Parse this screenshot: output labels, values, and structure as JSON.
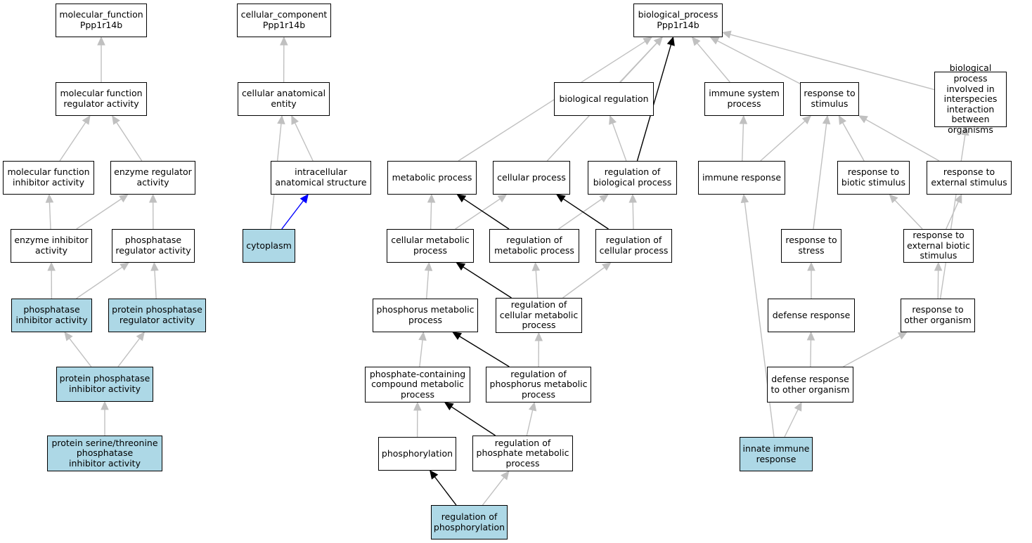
{
  "colors": {
    "highlight_fill": "#add8e6",
    "node_fill": "#ffffff",
    "edge_default": "#c0c0c0",
    "edge_regulates": "#000000",
    "edge_part_of": "#0000ff"
  },
  "nodes": {
    "mf": "molecular_function\nPpp1r14b",
    "mfreg": "molecular function\nregulator activity",
    "mfinh": "molecular function\ninhibitor activity",
    "enzreg": "enzyme regulator\nactivity",
    "enzinh": "enzyme inhibitor\nactivity",
    "phosreg": "phosphatase\nregulator activity",
    "phosinh": "phosphatase\ninhibitor activity",
    "ppreg": "protein phosphatase\nregulator activity",
    "ppinh": "protein phosphatase\ninhibitor activity",
    "psti": "protein serine/threonine\nphosphatase\ninhibitor activity",
    "cc": "cellular_component\nPpp1r14b",
    "cae": "cellular anatomical\nentity",
    "ias": "intracellular\nanatomical structure",
    "cyto": "cytoplasm",
    "bp": "biological_process\nPpp1r14b",
    "breg": "biological regulation",
    "isp": "immune system\nprocess",
    "rts": "response to\nstimulus",
    "bpii": "biological process\ninvolved in\ninterspecies\ninteraction\nbetween organisms",
    "metab": "metabolic process",
    "cellp": "cellular process",
    "regbp": "regulation of\nbiological process",
    "imr": "immune response",
    "rbio": "response to\nbiotic stimulus",
    "rext": "response to\nexternal stimulus",
    "cmp": "cellular metabolic\nprocess",
    "regmp": "regulation of\nmetabolic process",
    "regcp": "regulation of\ncellular process",
    "rstress": "response to\nstress",
    "rebs": "response to\nexternal biotic\nstimulus",
    "pmp": "phosphorus metabolic\nprocess",
    "regcmp": "regulation of\ncellular metabolic\nprocess",
    "defr": "defense response",
    "rother": "response to\nother organism",
    "pccmp": "phosphate-containing\ncompound metabolic\nprocess",
    "regphos": "regulation of\nphosphorus metabolic\nprocess",
    "defro": "defense response\nto other organism",
    "phosph": "phosphorylation",
    "regpmp": "regulation of\nphosphate metabolic\nprocess",
    "iir": "innate immune\nresponse",
    "regphosy": "regulation of\nphosphorylation"
  },
  "highlighted_nodes": [
    "phosinh",
    "ppreg",
    "ppinh",
    "psti",
    "cyto",
    "iir",
    "regphosy"
  ],
  "edges": [
    {
      "from": "mfreg",
      "to": "mf",
      "type": "is_a"
    },
    {
      "from": "mfinh",
      "to": "mfreg",
      "type": "is_a"
    },
    {
      "from": "enzreg",
      "to": "mfreg",
      "type": "is_a"
    },
    {
      "from": "enzinh",
      "to": "mfinh",
      "type": "is_a"
    },
    {
      "from": "enzinh",
      "to": "enzreg",
      "type": "is_a"
    },
    {
      "from": "phosreg",
      "to": "enzreg",
      "type": "is_a"
    },
    {
      "from": "phosinh",
      "to": "enzinh",
      "type": "is_a"
    },
    {
      "from": "phosinh",
      "to": "phosreg",
      "type": "is_a"
    },
    {
      "from": "ppreg",
      "to": "phosreg",
      "type": "is_a"
    },
    {
      "from": "ppinh",
      "to": "phosinh",
      "type": "is_a"
    },
    {
      "from": "ppinh",
      "to": "ppreg",
      "type": "is_a"
    },
    {
      "from": "psti",
      "to": "ppinh",
      "type": "is_a"
    },
    {
      "from": "cae",
      "to": "cc",
      "type": "is_a"
    },
    {
      "from": "ias",
      "to": "cae",
      "type": "is_a"
    },
    {
      "from": "cyto",
      "to": "cae",
      "type": "is_a"
    },
    {
      "from": "cyto",
      "to": "ias",
      "type": "part_of"
    },
    {
      "from": "metab",
      "to": "bp",
      "type": "is_a"
    },
    {
      "from": "cellp",
      "to": "bp",
      "type": "is_a"
    },
    {
      "from": "breg",
      "to": "bp",
      "type": "is_a"
    },
    {
      "from": "regbp",
      "to": "bp",
      "type": "regulates"
    },
    {
      "from": "isp",
      "to": "bp",
      "type": "is_a"
    },
    {
      "from": "rts",
      "to": "bp",
      "type": "is_a"
    },
    {
      "from": "bpii",
      "to": "bp",
      "type": "is_a"
    },
    {
      "from": "regbp",
      "to": "breg",
      "type": "is_a"
    },
    {
      "from": "imr",
      "to": "isp",
      "type": "is_a"
    },
    {
      "from": "imr",
      "to": "rts",
      "type": "is_a"
    },
    {
      "from": "rbio",
      "to": "rts",
      "type": "is_a"
    },
    {
      "from": "rext",
      "to": "rts",
      "type": "is_a"
    },
    {
      "from": "rstress",
      "to": "rts",
      "type": "is_a"
    },
    {
      "from": "cmp",
      "to": "metab",
      "type": "is_a"
    },
    {
      "from": "cmp",
      "to": "cellp",
      "type": "is_a"
    },
    {
      "from": "regmp",
      "to": "metab",
      "type": "regulates"
    },
    {
      "from": "regmp",
      "to": "regbp",
      "type": "is_a"
    },
    {
      "from": "regcp",
      "to": "cellp",
      "type": "regulates"
    },
    {
      "from": "regcp",
      "to": "regbp",
      "type": "is_a"
    },
    {
      "from": "rebs",
      "to": "rbio",
      "type": "is_a"
    },
    {
      "from": "rebs",
      "to": "rext",
      "type": "is_a"
    },
    {
      "from": "pmp",
      "to": "cmp",
      "type": "is_a"
    },
    {
      "from": "regcmp",
      "to": "cmp",
      "type": "regulates"
    },
    {
      "from": "regcmp",
      "to": "regmp",
      "type": "is_a"
    },
    {
      "from": "regcmp",
      "to": "regcp",
      "type": "is_a"
    },
    {
      "from": "defr",
      "to": "rstress",
      "type": "is_a"
    },
    {
      "from": "rother",
      "to": "rebs",
      "type": "is_a"
    },
    {
      "from": "rother",
      "to": "bpii",
      "type": "is_a"
    },
    {
      "from": "pccmp",
      "to": "pmp",
      "type": "is_a"
    },
    {
      "from": "regphos",
      "to": "pmp",
      "type": "regulates"
    },
    {
      "from": "regphos",
      "to": "regcmp",
      "type": "is_a"
    },
    {
      "from": "defro",
      "to": "defr",
      "type": "is_a"
    },
    {
      "from": "defro",
      "to": "rother",
      "type": "is_a"
    },
    {
      "from": "phosph",
      "to": "pccmp",
      "type": "is_a"
    },
    {
      "from": "regpmp",
      "to": "pccmp",
      "type": "regulates"
    },
    {
      "from": "regpmp",
      "to": "regphos",
      "type": "is_a"
    },
    {
      "from": "iir",
      "to": "imr",
      "type": "is_a"
    },
    {
      "from": "iir",
      "to": "defro",
      "type": "is_a"
    },
    {
      "from": "regphosy",
      "to": "phosph",
      "type": "regulates"
    },
    {
      "from": "regphosy",
      "to": "regpmp",
      "type": "is_a"
    }
  ]
}
